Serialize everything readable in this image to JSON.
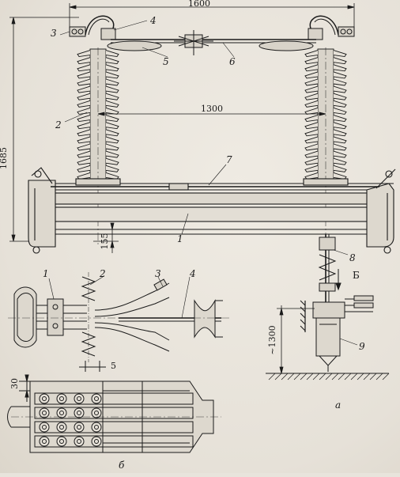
{
  "dimensions": {
    "width_top": "1600",
    "width_mid": "1300",
    "height_total": "1685",
    "height_155": "155",
    "height_ground": "~1300",
    "detail_5": "5",
    "detail_30": "30"
  },
  "callouts": {
    "c1": "1",
    "c2": "2",
    "c3": "3",
    "c4": "4",
    "c5": "5",
    "c6": "6",
    "c7": "7",
    "c8": "8",
    "c9": "9",
    "d1": "1",
    "d2": "2",
    "d3": "3",
    "d4": "4"
  },
  "view_labels": {
    "arrow_b": "Б",
    "view_a": "a",
    "view_b": "б"
  },
  "colors": {
    "ink": "#1a1a1a",
    "paper": "#e8e4dc"
  }
}
